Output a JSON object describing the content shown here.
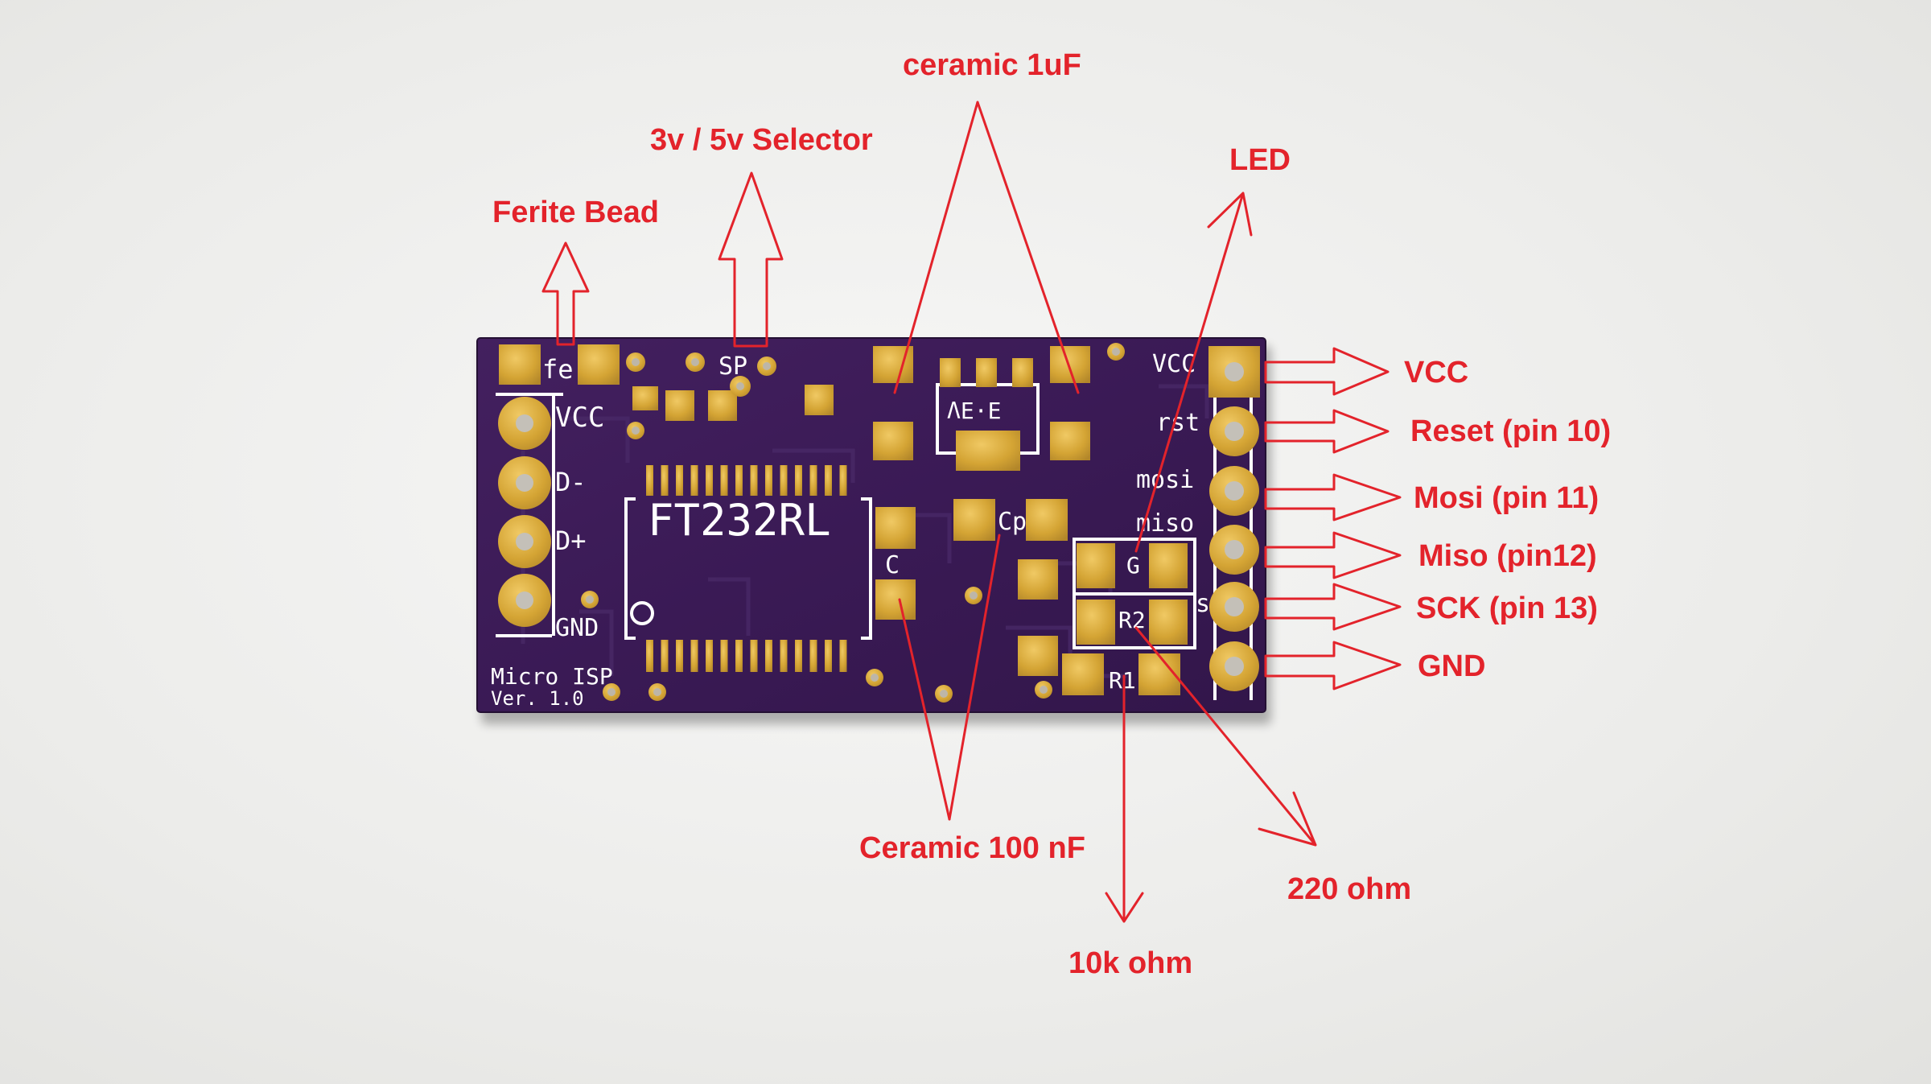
{
  "board": {
    "silkscreen": {
      "fe": "fe",
      "sp": "SP",
      "vcc_left": "VCC",
      "d_minus": "D-",
      "d_plus": "D+",
      "gnd_left": "GND",
      "chip": "FT232RL",
      "reg": "ΛE·E",
      "cp": "Cp",
      "c_mark": "C",
      "g_mark": "G",
      "r2": "R2",
      "r1": "R1",
      "vcc_right": "VCC",
      "rst": "rst",
      "mosi": "mosi",
      "miso": "miso",
      "s": "s",
      "title": "Micro ISP",
      "version": "Ver. 1.0"
    }
  },
  "annotations": {
    "ceramic_1uf": "ceramic 1uF",
    "selector": "3v / 5v Selector",
    "ferrite_bead": "Ferite Bead",
    "led": "LED",
    "vcc": "VCC",
    "reset": "Reset (pin 10)",
    "mosi": "Mosi (pin 11)",
    "miso": "Miso (pin12)",
    "sck": "SCK (pin 13)",
    "gnd": "GND",
    "ceramic_100nf": "Ceramic 100 nF",
    "r220": "220 ohm",
    "r10k": "10k ohm"
  },
  "colors": {
    "annotation": "#e3232b",
    "pcb": "#3b1a57",
    "pad_gold": "#d4a434",
    "silkscreen": "#ffffff",
    "background": "#eeeeec"
  }
}
